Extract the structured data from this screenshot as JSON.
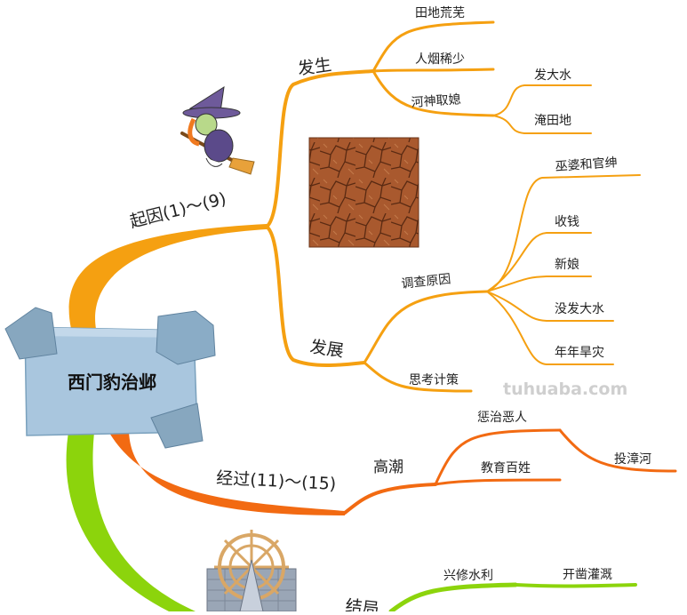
{
  "mindmap": {
    "root": "西门豹治邺",
    "branches": {
      "cause": {
        "label": "起因(1)～(9)",
        "color": "#f5a011",
        "occur": {
          "label": "发生",
          "items": [
            "田地荒芜",
            "人烟稀少",
            "河神取媳"
          ],
          "sub": [
            "发大水",
            "淹田地"
          ]
        },
        "develop": {
          "label": "发展",
          "investigate": "调查原因",
          "investigate_items": [
            "巫婆和官绅",
            "收钱",
            "新娘",
            "没发大水",
            "年年旱灾"
          ],
          "think": "思考计策"
        }
      },
      "process": {
        "label": "经过(11)～(15)",
        "color": "#f26a12",
        "climax": {
          "label": "高潮",
          "items": [
            "惩治恶人",
            "教育百姓"
          ],
          "sub": [
            "投漳河"
          ]
        }
      },
      "ending": {
        "label": "结局",
        "color": "#8cd40c",
        "water": {
          "label": "兴修水利",
          "items": [
            "开凿灌溉"
          ]
        }
      }
    },
    "images": {
      "witch": "witch-on-broom-icon",
      "soil": "cracked-earth-image",
      "waterwheel": "water-wheel-icon"
    },
    "watermark": "tuhuaba.com"
  }
}
